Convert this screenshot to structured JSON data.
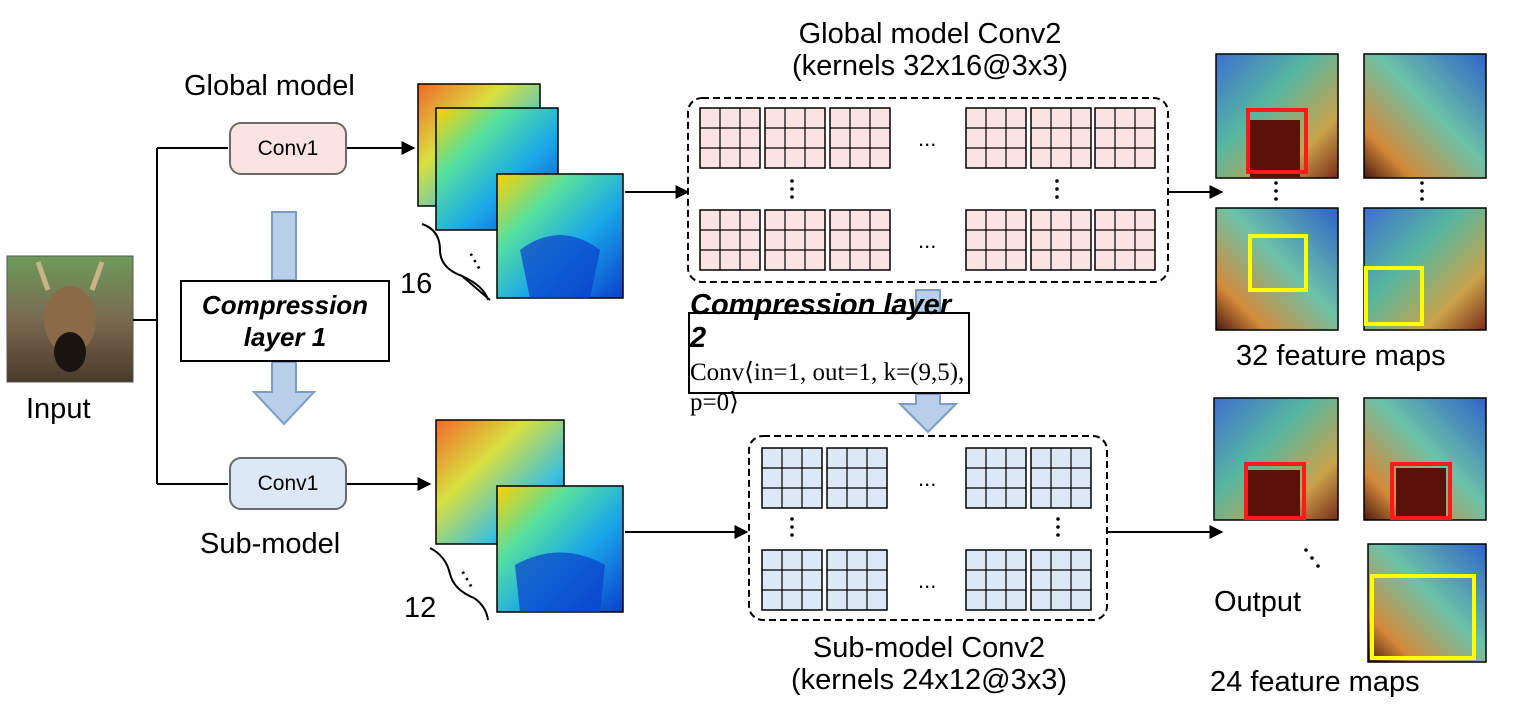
{
  "input": {
    "label": "Input"
  },
  "global_branch": {
    "title": "Global model",
    "conv1_label": "Conv1",
    "channels": "16",
    "conv2_title_line1": "Global model Conv2",
    "conv2_title_line2": "(kernels 32x16@3x3)",
    "ellipsis": "...",
    "feature_maps_label": "32 feature maps"
  },
  "sub_branch": {
    "title": "Sub-model",
    "conv1_label": "Conv1",
    "channels": "12",
    "conv2_title_line1": "Sub-model Conv2",
    "conv2_title_line2": "(kernels 24x12@3x3)",
    "output_label": "Output",
    "feature_maps_label": "24 feature maps"
  },
  "compression_layer_1": {
    "line1": "Compression",
    "line2": "layer 1"
  },
  "compression_layer_2": {
    "title": "Compression layer 2",
    "formula": "Conv⟨in=1, out=1, k=(9,5), p=0⟩"
  },
  "colors": {
    "global_kernel_fill": "#fbe3e4",
    "sub_kernel_fill": "#dce8f5",
    "flow_arrow_fill": "#b8cfe9",
    "flow_arrow_stroke": "#7b9cc4",
    "highlight_red": "#ff1a1a",
    "highlight_yellow": "#ffff00"
  }
}
